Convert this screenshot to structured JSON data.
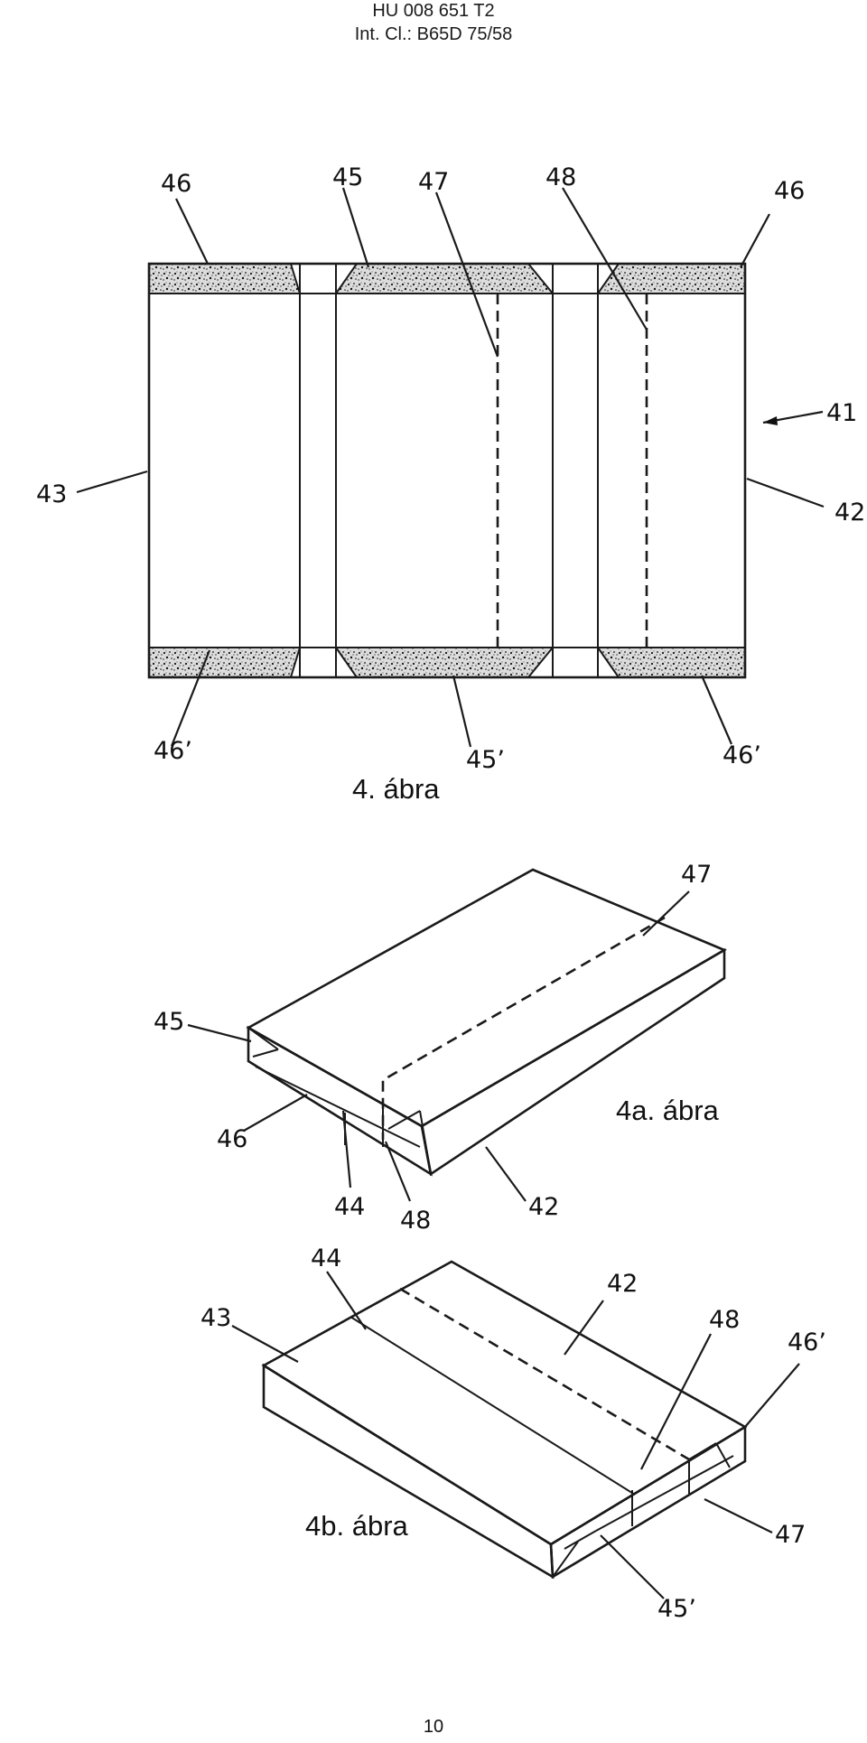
{
  "header": {
    "doc_number": "HU 008 651 T2",
    "classification": "Int. Cl.: B65D 75/58"
  },
  "fig4": {
    "caption": "4. ábra",
    "refs": {
      "r46_left": "46",
      "r45": "45",
      "r47": "47",
      "r48": "48",
      "r46_right": "46",
      "r41": "41",
      "r43": "43",
      "r42": "42",
      "r46p_left": "46’",
      "r45p": "45’",
      "r46p_right": "46’"
    }
  },
  "fig4a": {
    "caption": "4a. ábra",
    "refs": {
      "r47": "47",
      "r45": "45",
      "r46": "46",
      "r44": "44",
      "r48": "48",
      "r42": "42"
    }
  },
  "fig4b": {
    "caption": "4b. ábra",
    "refs": {
      "r44": "44",
      "r42": "42",
      "r43": "43",
      "r48": "48",
      "r46p": "46’",
      "r47": "47",
      "r45p": "45’"
    }
  },
  "footer": {
    "page_number": "10"
  }
}
